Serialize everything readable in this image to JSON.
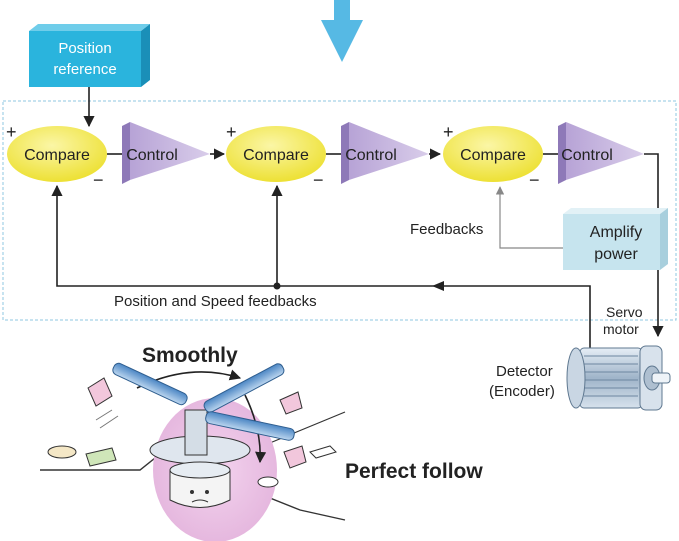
{
  "position_reference": [
    "Position",
    "reference"
  ],
  "compare_label": "Compare",
  "control_label": "Control",
  "plus_sign": "+",
  "minus_sign": "−",
  "feedbacks_label": "Feedbacks",
  "amplify_label": [
    "Amplify",
    "power"
  ],
  "position_speed_feedbacks": "Position and Speed feedbacks",
  "servo_motor_label": [
    "Servo",
    "motor"
  ],
  "detector_label": [
    "Detector",
    "(Encoder)"
  ],
  "smoothly_label": "Smoothly",
  "perfect_follow_label": "Perfect follow",
  "colors": {
    "reference_box": "#2ab4dd",
    "compare_fill": "#f2e94e",
    "control_fill": "#c8b8de",
    "amplify_fill": "#c6e4ee",
    "down_arrow": "#56b9e4",
    "dashed_border": "#8fc7e0",
    "line": "#222222",
    "feedback_line": "#8a8a8a",
    "robot_glow": "#ecc6e6"
  },
  "icons": [
    "down-arrow-icon",
    "servo-motor-icon",
    "robot-arm-icon"
  ]
}
